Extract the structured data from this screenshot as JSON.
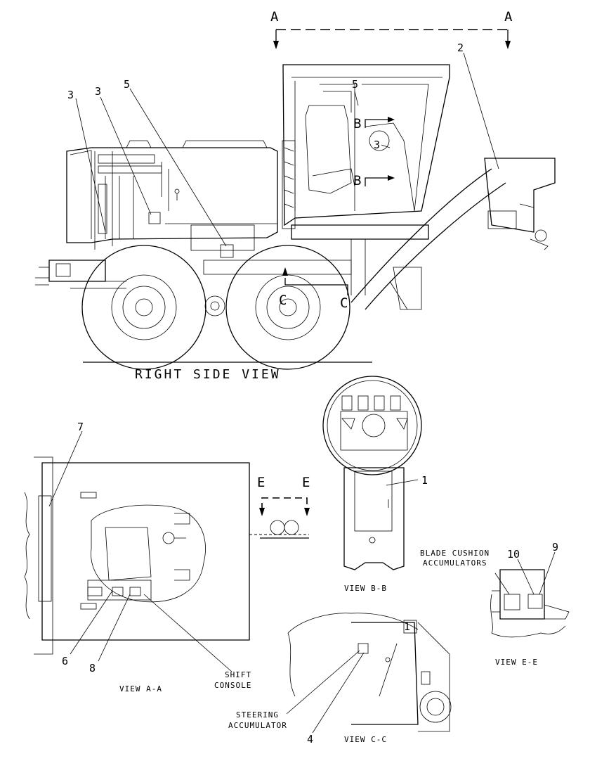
{
  "section_markers": {
    "a_left": "A",
    "a_right": "A",
    "b_top": "B",
    "b_bottom": "B",
    "c_front": "C",
    "c_rear": "C",
    "e_left": "E",
    "e_right": "E"
  },
  "views": {
    "right_side": "RIGHT SIDE VIEW",
    "a_a": "VIEW A-A",
    "b_b": "VIEW B-B",
    "c_c": "VIEW C-C",
    "e_e": "VIEW E-E"
  },
  "callouts": {
    "c1": "1",
    "c1b": "1",
    "c2": "2",
    "c3a": "3",
    "c3b": "3",
    "c3c": "3",
    "c4": "4",
    "c5a": "5",
    "c5b": "5",
    "c6": "6",
    "c7": "7",
    "c8": "8",
    "c9": "9",
    "c10": "10"
  },
  "labels": {
    "shift_console_1": "SHIFT",
    "shift_console_2": "CONSOLE",
    "steering_acc_1": "STEERING",
    "steering_acc_2": "ACCUMULATOR",
    "blade_cushion_1": "BLADE CUSHION",
    "blade_cushion_2": "ACCUMULATORS"
  }
}
